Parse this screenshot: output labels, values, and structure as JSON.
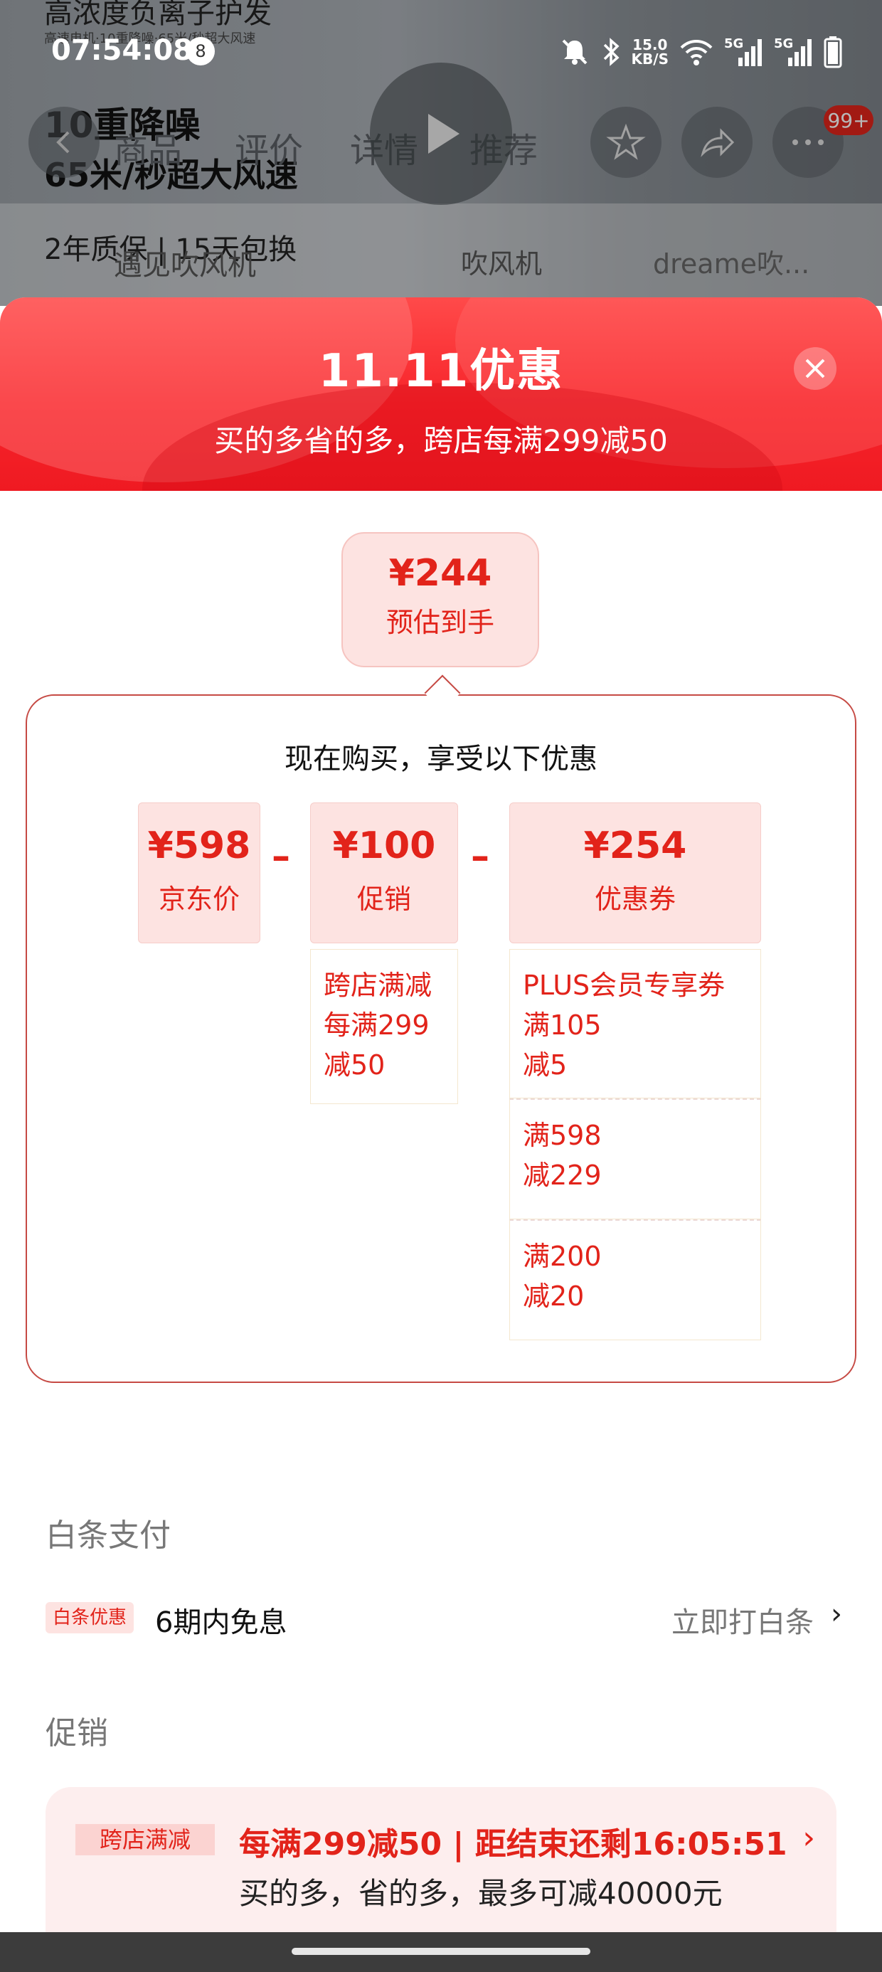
{
  "status_bar": {
    "time": "07:54:08",
    "notification_count": "8",
    "net_speed_value": "15.0",
    "net_speed_unit": "KB/S",
    "signal1_label": "5G",
    "signal2_label": "5G"
  },
  "background_page": {
    "line_top": "高浓度负离子护发",
    "line_top_small": "高速电机·10重降噪·65米/秒超大风速",
    "headline1": "10重降噪",
    "headline2": "65米/秒超大风速",
    "headline3": "2年质保 | 15天包换",
    "tabs": [
      "商品",
      "评价",
      "详情",
      "推荐"
    ],
    "search_placeholder": "遇见吹风机",
    "related1": "吹风机",
    "related2": "dreame吹...",
    "cart_badge": "99+"
  },
  "banner": {
    "logo": "11.11优惠",
    "subtitle": "买的多省的多，跨店每满299减50"
  },
  "estimate": {
    "price": "¥244",
    "label": "预估到手"
  },
  "discount_box": {
    "heading": "现在购买，享受以下优惠",
    "base": {
      "amount": "¥598",
      "label": "京东价"
    },
    "promo": {
      "amount": "¥100",
      "label": "促销",
      "detail_lines": [
        "跨店满减",
        "每满299",
        "减50"
      ]
    },
    "coupon": {
      "amount": "¥254",
      "label": "优惠券"
    },
    "coupons": [
      {
        "lines": [
          "PLUS会员专享券",
          "满105",
          "减5"
        ]
      },
      {
        "lines": [
          "满598",
          "减229"
        ]
      },
      {
        "lines": [
          "满200",
          "减20"
        ]
      }
    ],
    "minus_sign": "–"
  },
  "baitiao": {
    "title": "白条支付",
    "tag": "白条优惠",
    "desc": "6期内免息",
    "action": "立即打白条",
    "chevron": "›"
  },
  "promotion": {
    "title": "促销",
    "tag": "跨店满减",
    "line1": "每满299减50 | 距结束还剩16:05:51",
    "line2": "买的多，省的多，最多可减40000元",
    "chevron": "›"
  }
}
